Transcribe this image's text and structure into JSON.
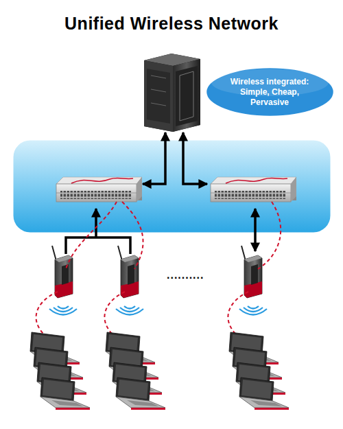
{
  "diagram": {
    "title": "Unified Wireless Network",
    "nodes": [
      {
        "text": [
          "Wireless integrated: Simple, Cheap, Pervasive"
        ]
      }
    ],
    "labels": [
      ".........."
    ]
  }
}
